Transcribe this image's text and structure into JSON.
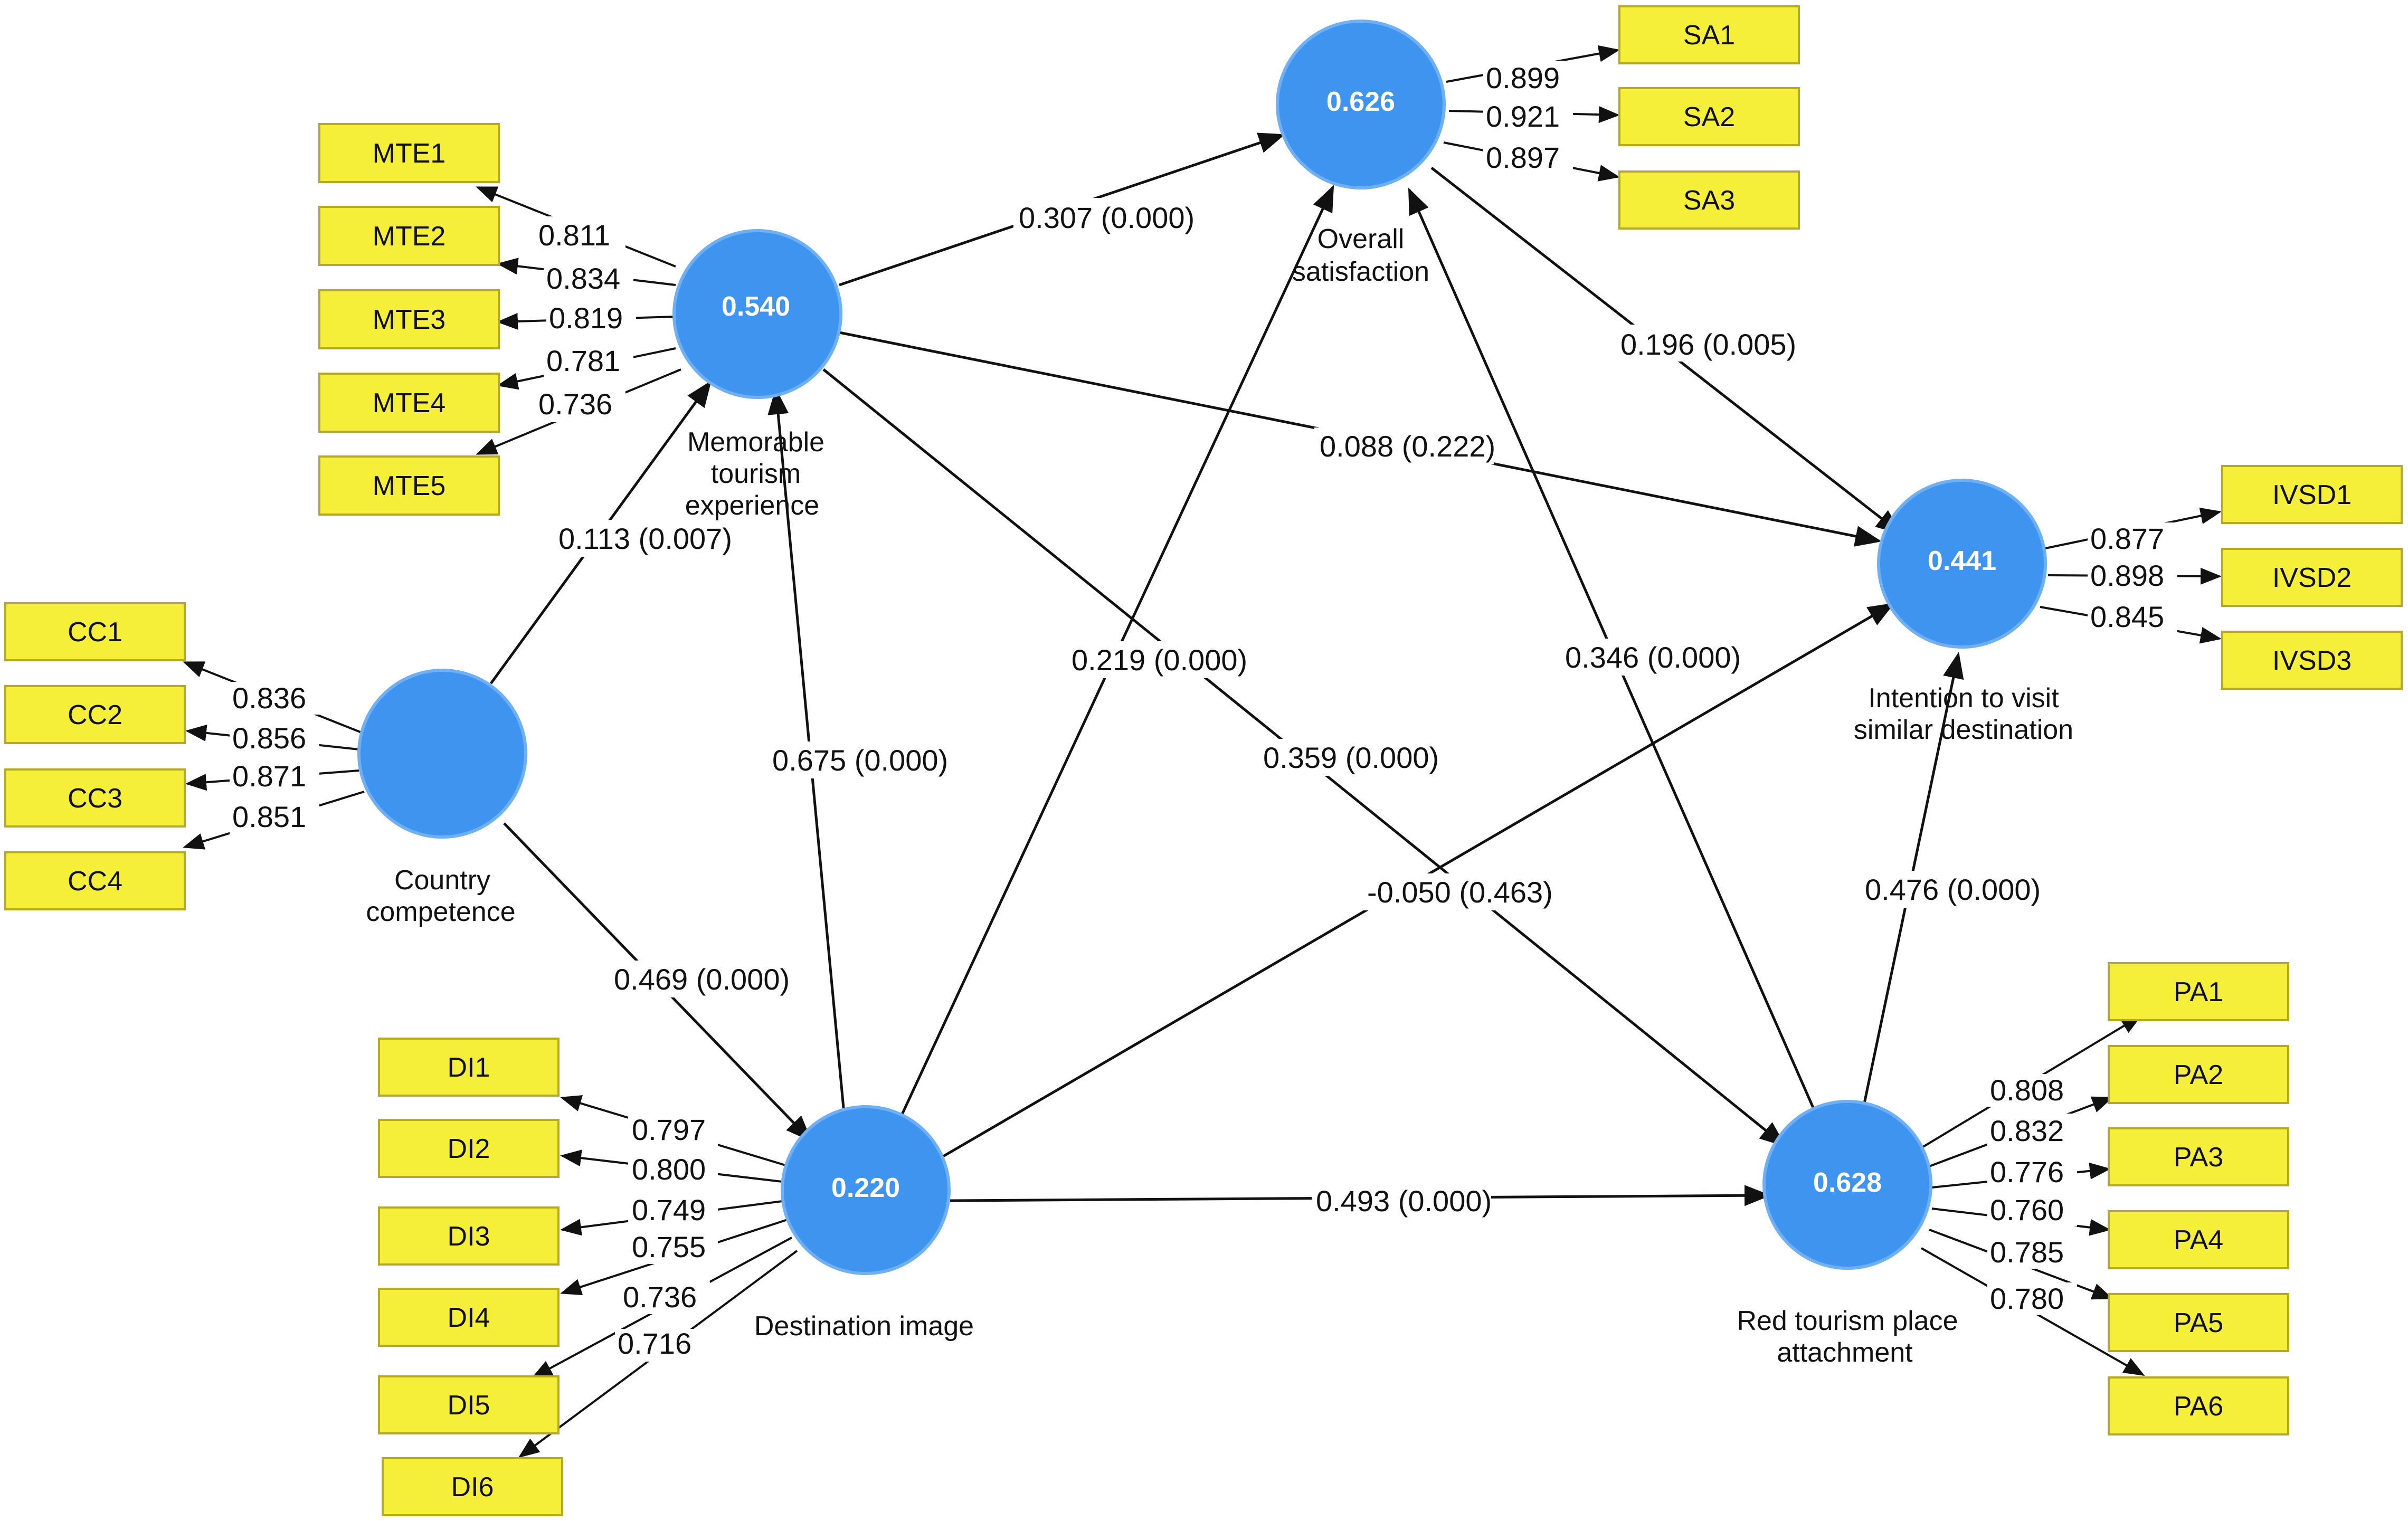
{
  "colors": {
    "construct_fill": "#3f94f0",
    "construct_stroke": "#6fb0f5",
    "indicator_fill": "#f5ef3a",
    "indicator_stroke": "#b6a92a",
    "arrow": "#111111"
  },
  "constructs": {
    "mte": {
      "value": "0.540",
      "caption": [
        "Memorable",
        "tourism",
        "experience"
      ]
    },
    "os": {
      "value": "0.626",
      "caption": [
        "Overall",
        "satisfaction"
      ]
    },
    "ivsd": {
      "value": "0.441",
      "caption": [
        "Intention to visit",
        "similar destination"
      ]
    },
    "cc": {
      "value": "",
      "caption": [
        "Country",
        "competence"
      ]
    },
    "di": {
      "value": "0.220",
      "caption": [
        "Destination image"
      ]
    },
    "rtpa": {
      "value": "0.628",
      "caption": [
        "Red tourism place",
        "attachment"
      ]
    }
  },
  "indicator_groups": {
    "mte": {
      "items": [
        "MTE1",
        "MTE2",
        "MTE3",
        "MTE4",
        "MTE5"
      ],
      "loadings": [
        "0.811",
        "0.834",
        "0.819",
        "0.781",
        "0.736"
      ]
    },
    "sa": {
      "items": [
        "SA1",
        "SA2",
        "SA3"
      ],
      "loadings": [
        "0.899",
        "0.921",
        "0.897"
      ]
    },
    "ivsd": {
      "items": [
        "IVSD1",
        "IVSD2",
        "IVSD3"
      ],
      "loadings": [
        "0.877",
        "0.898",
        "0.845"
      ]
    },
    "cc": {
      "items": [
        "CC1",
        "CC2",
        "CC3",
        "CC4"
      ],
      "loadings": [
        "0.836",
        "0.856",
        "0.871",
        "0.851"
      ]
    },
    "di": {
      "items": [
        "DI1",
        "DI2",
        "DI3",
        "DI4",
        "DI5",
        "DI6"
      ],
      "loadings": [
        "0.797",
        "0.800",
        "0.749",
        "0.755",
        "0.736",
        "0.716"
      ]
    },
    "pa": {
      "items": [
        "PA1",
        "PA2",
        "PA3",
        "PA4",
        "PA5",
        "PA6"
      ],
      "loadings": [
        "0.808",
        "0.832",
        "0.776",
        "0.760",
        "0.785",
        "0.780"
      ]
    }
  },
  "paths": {
    "mte_os": "0.307 (0.000)",
    "os_ivsd": "0.196 (0.005)",
    "mte_ivsd": "0.088 (0.222)",
    "cc_mte": "0.113 (0.007)",
    "di_os": "0.219 (0.000)",
    "rtpa_os": "0.346 (0.000)",
    "di_mte": "0.675 (0.000)",
    "mte_rtpa": "0.359 (0.000)",
    "di_ivsd": "-0.050 (0.463)",
    "rtpa_ivsd": "0.476 (0.000)",
    "cc_di": "0.469 (0.000)",
    "di_rtpa": "0.493 (0.000)"
  }
}
